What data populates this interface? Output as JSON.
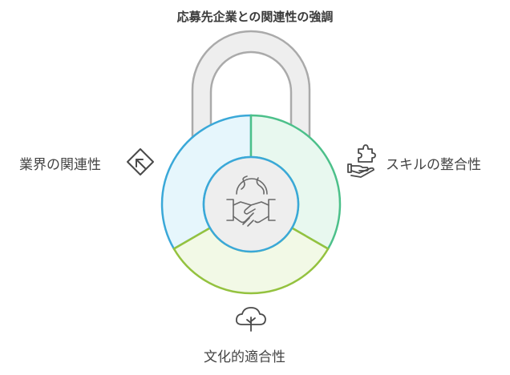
{
  "title": "応募先企業との関連性の強調",
  "segments": [
    {
      "label": "業界の関連性",
      "icon": "diamond-arrow-icon",
      "color": "#3aa8d8",
      "fill": "#e6f6fc"
    },
    {
      "label": "スキルの整合性",
      "icon": "hand-puzzle-icon",
      "color": "#4cc08a",
      "fill": "#e8f8ef"
    },
    {
      "label": "文化的適合性",
      "icon": "tree-icon",
      "color": "#94c23f",
      "fill": "#f2f9e6"
    }
  ],
  "center": {
    "icon": "globe-handshake-icon"
  },
  "lock": {
    "shackle_color": "#aaaaaa",
    "shackle_fill": "#eeeeee"
  }
}
